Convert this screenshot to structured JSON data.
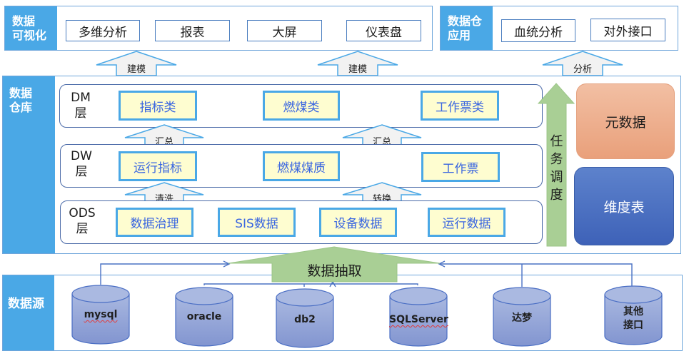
{
  "visualization": {
    "label": "数据\n可视化",
    "label_line1": "数据",
    "label_line2": "可视化",
    "items": [
      "多维分析",
      "报表",
      "大屏",
      "仪表盘"
    ]
  },
  "warehouse_app": {
    "label_line1": "数据仓",
    "label_line2": "应用",
    "items": [
      "血统分析",
      "对外接口"
    ]
  },
  "arrows_top": {
    "model_left": "建模",
    "model_right": "建模",
    "analysis": "分析"
  },
  "warehouse": {
    "label_line1": "数据",
    "label_line2": "仓库",
    "layers": [
      {
        "name_line1": "DM",
        "name_line2": "层",
        "items": [
          "指标类",
          "燃煤类",
          "工作票类"
        ]
      },
      {
        "name_line1": "DW",
        "name_line2": "层",
        "items": [
          "运行指标",
          "燃煤煤质",
          "工作票"
        ]
      },
      {
        "name_line1": "ODS",
        "name_line2": "层",
        "items": [
          "数据治理",
          "SIS数据",
          "设备数据",
          "运行数据"
        ]
      }
    ],
    "arrows": {
      "dw_to_dm_left": "汇总",
      "dw_to_dm_right": "汇总",
      "ods_to_dw_left": "清洗",
      "ods_to_dw_right": "转换"
    },
    "scheduling": [
      "任",
      "务",
      "调",
      "度"
    ],
    "metadata": "元数据",
    "dimension_table": "维度表"
  },
  "extraction": {
    "label": "数据抽取"
  },
  "sources": {
    "label": "数据源",
    "databases": [
      {
        "name": "mysql",
        "spellcheck": true
      },
      {
        "name": "oracle",
        "spellcheck": false
      },
      {
        "name": "db2",
        "spellcheck": false
      },
      {
        "name": "SQLServer",
        "spellcheck": true
      },
      {
        "name": "达梦",
        "spellcheck": false
      },
      {
        "name_line1": "其他",
        "name_line2": "接口",
        "spellcheck": false
      }
    ]
  },
  "colors": {
    "side_label": "#4aa8e6",
    "yellow_fill": "#fefdd0",
    "yellow_border": "#4aa8e6",
    "blue_text": "#3a66e0",
    "green_arrow": "#a9cf95",
    "metadata_fill": "#eca886",
    "dimension_fill": "#4a6ec4",
    "db_fill": "#97a8d8"
  }
}
